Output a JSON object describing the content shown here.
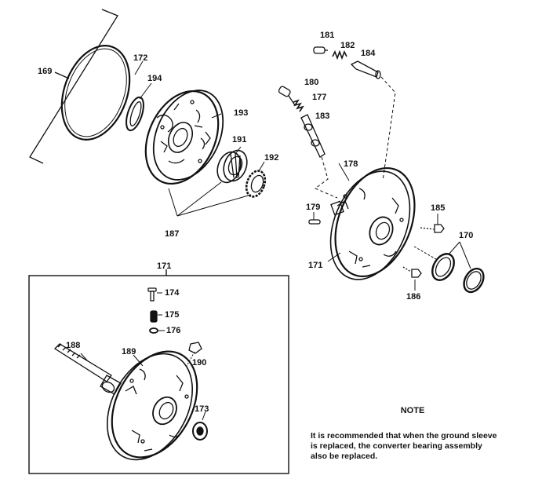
{
  "labels": {
    "l169": "169",
    "l172": "172",
    "l194": "194",
    "l193": "193",
    "l191": "191",
    "l192": "192",
    "l187": "187",
    "l181": "181",
    "l182": "182",
    "l184": "184",
    "l180": "180",
    "l177": "177",
    "l183": "183",
    "l178": "178",
    "l179": "179",
    "l185": "185",
    "l170": "170",
    "l171a": "171",
    "l186": "186",
    "l171b": "171",
    "l174": "174",
    "l175": "175",
    "l176": "176",
    "l188": "188",
    "l189": "189",
    "l190": "190",
    "l173": "173"
  },
  "note": {
    "title": "NOTE",
    "line1": "It is recommended that when the ground sleeve",
    "line2": "is replaced, the converter bearing assembly",
    "line3": "also be replaced."
  }
}
